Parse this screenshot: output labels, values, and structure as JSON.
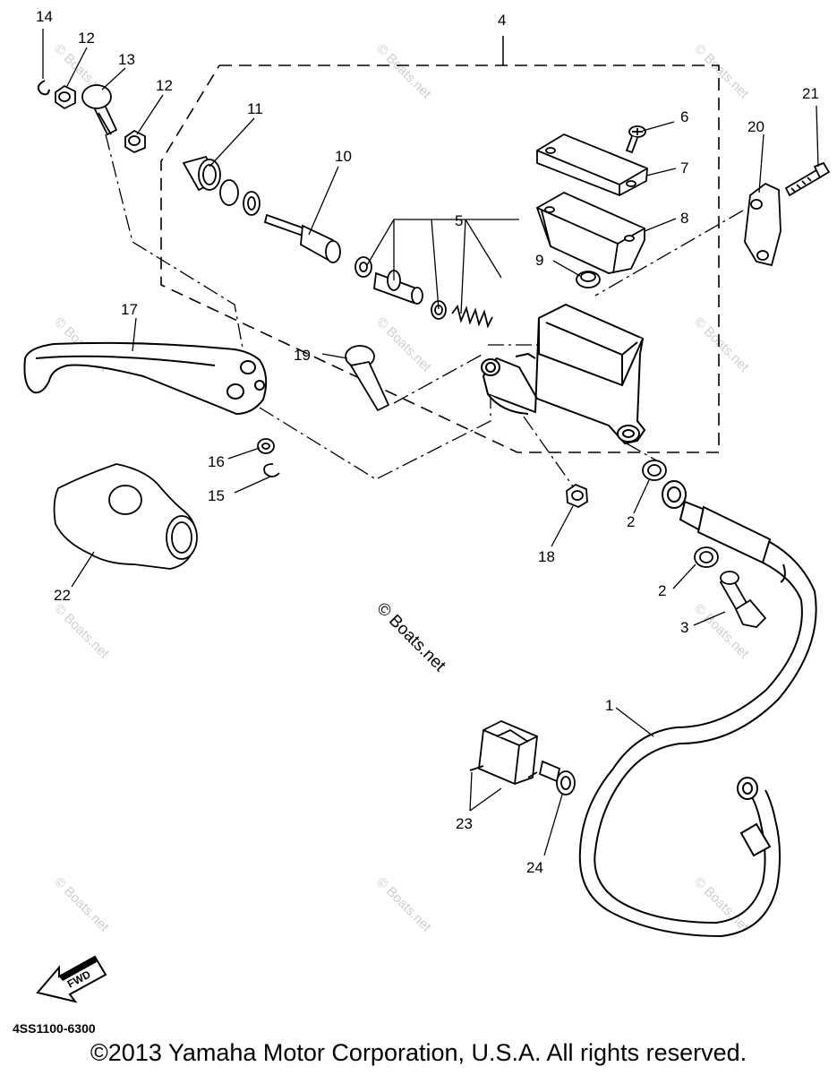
{
  "diagram_code": "4SS1100-6300",
  "copyright": "©2013 Yamaha Motor Corporation, U.S.A. All rights reserved.",
  "watermark": "© Boats.net",
  "fwd_label": "FWD",
  "callouts": {
    "c1": "1",
    "c2a": "2",
    "c2b": "2",
    "c3": "3",
    "c4": "4",
    "c5": "5",
    "c6": "6",
    "c7": "7",
    "c8": "8",
    "c9": "9",
    "c10": "10",
    "c11": "11",
    "c12a": "12",
    "c12b": "12",
    "c13": "13",
    "c14": "14",
    "c15": "15",
    "c16": "16",
    "c17": "17",
    "c18": "18",
    "c19": "19",
    "c20": "20",
    "c21": "21",
    "c22": "22",
    "c23": "23",
    "c24": "24"
  }
}
